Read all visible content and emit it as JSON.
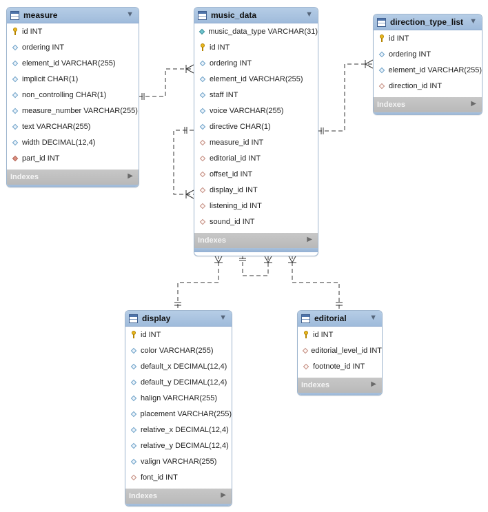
{
  "tables": {
    "measure": {
      "name": "measure",
      "columns": [
        {
          "text": "id INT",
          "kind": "pk"
        },
        {
          "text": "ordering INT",
          "kind": "plain"
        },
        {
          "text": "element_id VARCHAR(255)",
          "kind": "plain"
        },
        {
          "text": "implicit CHAR(1)",
          "kind": "plain"
        },
        {
          "text": "non_controlling CHAR(1)",
          "kind": "plain"
        },
        {
          "text": "measure_number VARCHAR(255)",
          "kind": "plain"
        },
        {
          "text": "text VARCHAR(255)",
          "kind": "plain"
        },
        {
          "text": "width DECIMAL(12,4)",
          "kind": "plain"
        },
        {
          "text": "part_id INT",
          "kind": "fkreq"
        }
      ],
      "indexes_label": "Indexes"
    },
    "music_data": {
      "name": "music_data",
      "columns": [
        {
          "text": "music_data_type VARCHAR(31)",
          "kind": "req"
        },
        {
          "text": "id INT",
          "kind": "pk"
        },
        {
          "text": "ordering INT",
          "kind": "plain"
        },
        {
          "text": "element_id VARCHAR(255)",
          "kind": "plain"
        },
        {
          "text": "staff INT",
          "kind": "plain"
        },
        {
          "text": "voice VARCHAR(255)",
          "kind": "plain"
        },
        {
          "text": "directive CHAR(1)",
          "kind": "plain"
        },
        {
          "text": "measure_id INT",
          "kind": "fk"
        },
        {
          "text": "editorial_id INT",
          "kind": "fk"
        },
        {
          "text": "offset_id INT",
          "kind": "fk"
        },
        {
          "text": "display_id INT",
          "kind": "fk"
        },
        {
          "text": "listening_id INT",
          "kind": "fk"
        },
        {
          "text": "sound_id INT",
          "kind": "fk"
        }
      ],
      "indexes_label": "Indexes"
    },
    "direction_type_list": {
      "name": "direction_type_list",
      "columns": [
        {
          "text": "id INT",
          "kind": "pk"
        },
        {
          "text": "ordering INT",
          "kind": "plain"
        },
        {
          "text": "element_id VARCHAR(255)",
          "kind": "plain"
        },
        {
          "text": "direction_id INT",
          "kind": "fk"
        }
      ],
      "indexes_label": "Indexes"
    },
    "display": {
      "name": "display",
      "columns": [
        {
          "text": "id INT",
          "kind": "pk"
        },
        {
          "text": "color VARCHAR(255)",
          "kind": "plain"
        },
        {
          "text": "default_x DECIMAL(12,4)",
          "kind": "plain"
        },
        {
          "text": "default_y DECIMAL(12,4)",
          "kind": "plain"
        },
        {
          "text": "halign VARCHAR(255)",
          "kind": "plain"
        },
        {
          "text": "placement VARCHAR(255)",
          "kind": "plain"
        },
        {
          "text": "relative_x DECIMAL(12,4)",
          "kind": "plain"
        },
        {
          "text": "relative_y DECIMAL(12,4)",
          "kind": "plain"
        },
        {
          "text": "valign VARCHAR(255)",
          "kind": "plain"
        },
        {
          "text": "font_id INT",
          "kind": "fk"
        }
      ],
      "indexes_label": "Indexes"
    },
    "editorial": {
      "name": "editorial",
      "columns": [
        {
          "text": "id INT",
          "kind": "pk"
        },
        {
          "text": "editorial_level_id INT",
          "kind": "fk"
        },
        {
          "text": "footnote_id INT",
          "kind": "fk"
        }
      ],
      "indexes_label": "Indexes"
    }
  },
  "icons": {
    "table": "table-icon",
    "collapse": "triangle-down-icon",
    "expand": "triangle-right-icon",
    "primary_key": "key-icon",
    "column": "diamond-icon"
  },
  "colors": {
    "header": "#a4c0df",
    "border": "#9fb6cf",
    "indexes_bar": "#c0c0c0",
    "relationship_line": "#333333"
  }
}
